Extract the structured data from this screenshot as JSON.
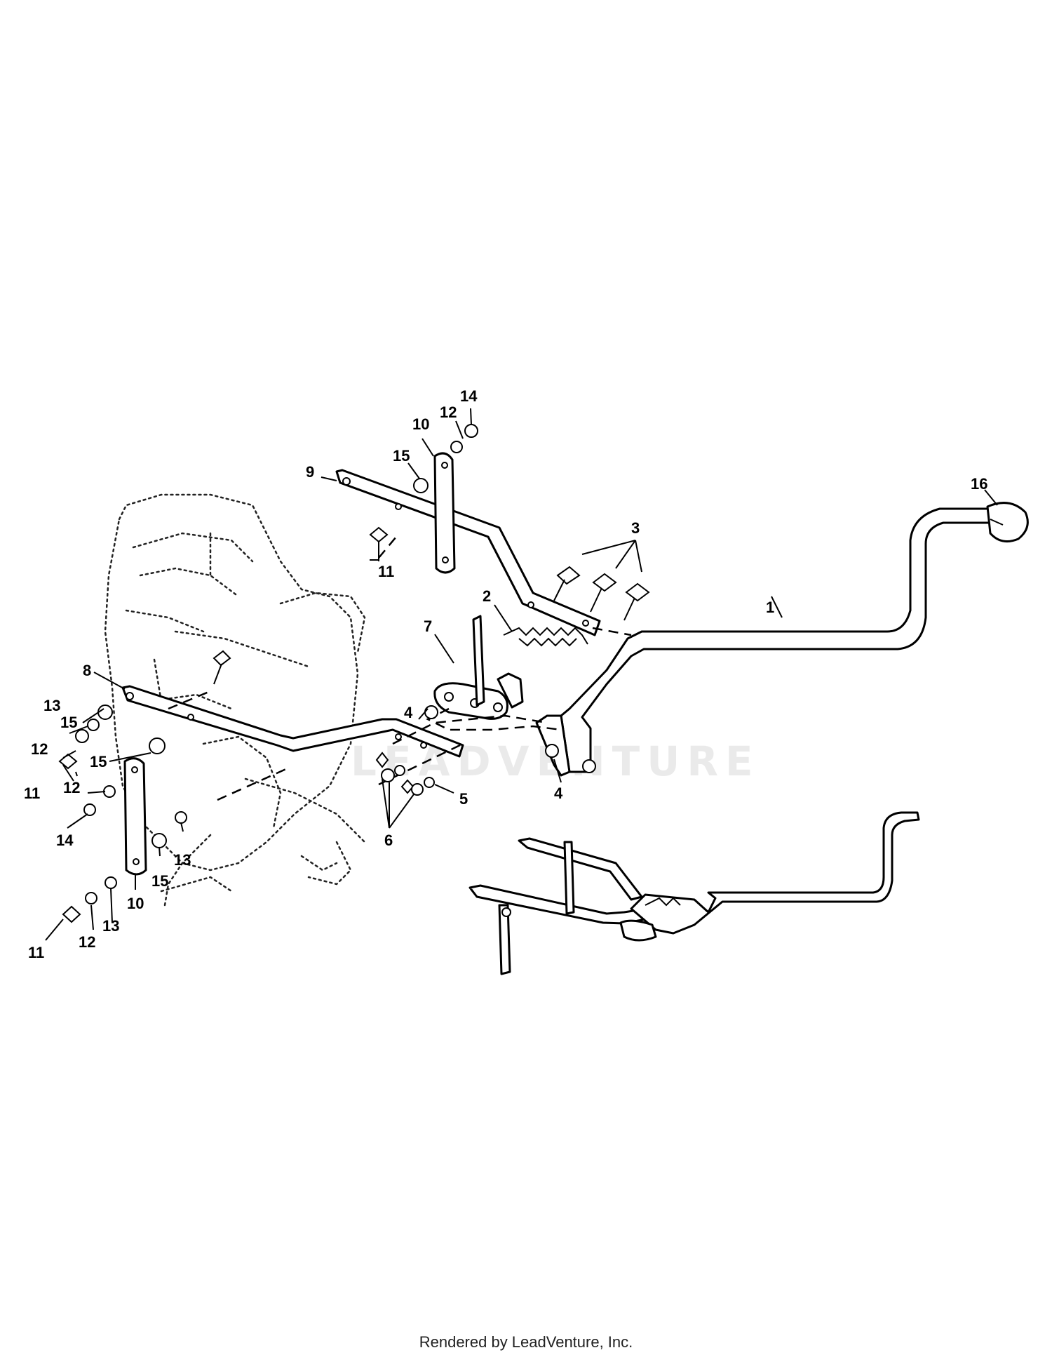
{
  "callouts": {
    "c1": "1",
    "c2": "2",
    "c3": "3",
    "c4a": "4",
    "c4b": "4",
    "c5": "5",
    "c6": "6",
    "c7": "7",
    "c8": "8",
    "c9": "9",
    "c10a": "10",
    "c10b": "10",
    "c11a": "11",
    "c11b": "11",
    "c11c": "11",
    "c12a": "12",
    "c12b": "12",
    "c12c": "12",
    "c12d": "12",
    "c13a": "13",
    "c13b": "13",
    "c13c": "13",
    "c14a": "14",
    "c14b": "14",
    "c15a": "15",
    "c15b": "15",
    "c15c": "15",
    "c15d": "15",
    "c16": "16"
  },
  "watermark": "LEADVENTURE",
  "footer": "Rendered by LeadVenture, Inc."
}
